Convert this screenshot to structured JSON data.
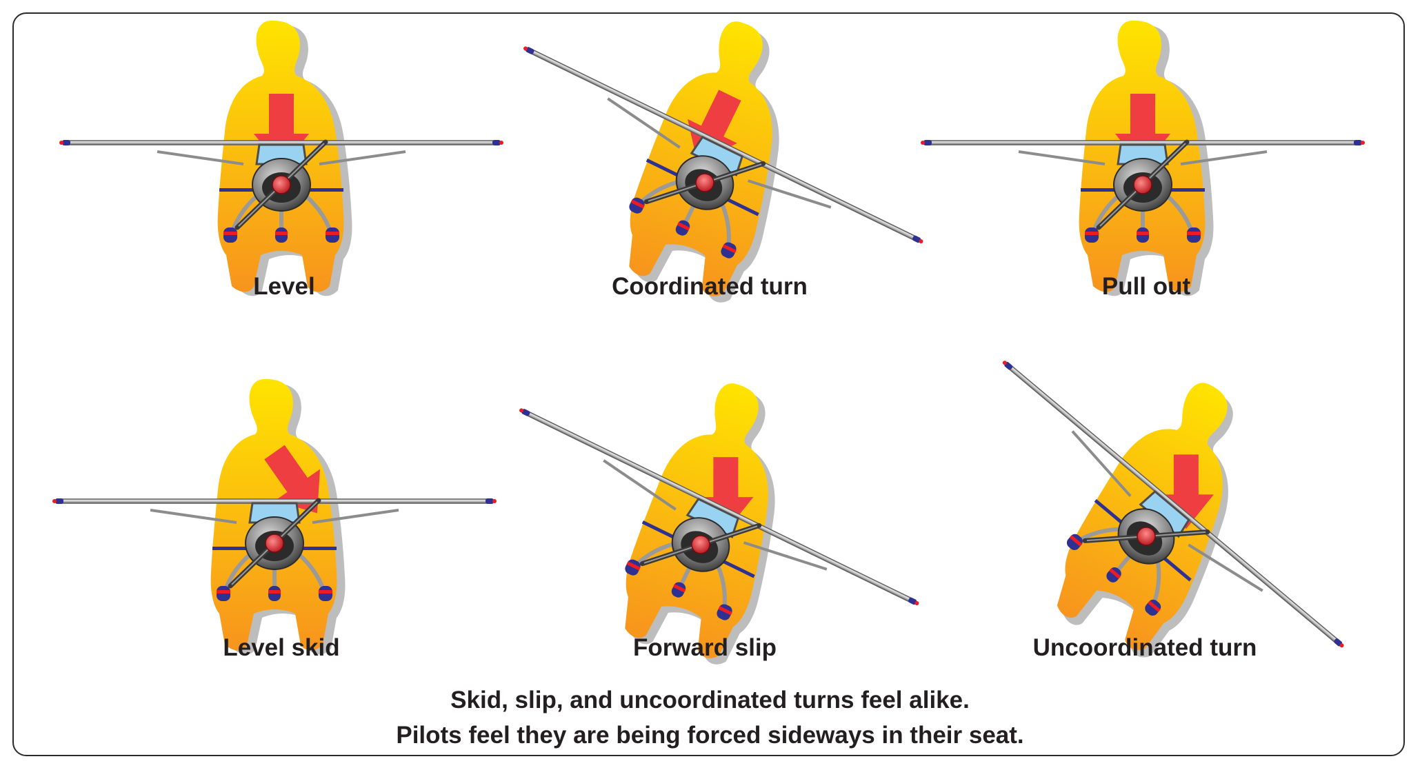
{
  "panels": [
    {
      "id": "level",
      "label": "Level",
      "bank_deg": 0,
      "force_deg": 0,
      "figure_tilt_deg": 0
    },
    {
      "id": "coordinated-turn",
      "label": "Coordinated turn",
      "bank_deg": 26,
      "force_deg": 26,
      "figure_tilt_deg": 16
    },
    {
      "id": "pull-out",
      "label": "Pull out",
      "bank_deg": 0,
      "force_deg": 0,
      "figure_tilt_deg": 0
    },
    {
      "id": "level-skid",
      "label": "Level skid",
      "bank_deg": 0,
      "force_deg": -35,
      "figure_tilt_deg": 0
    },
    {
      "id": "forward-slip",
      "label": "Forward slip",
      "bank_deg": 26,
      "force_deg": 0,
      "figure_tilt_deg": 16
    },
    {
      "id": "uncoordinated-turn",
      "label": "Uncoordinated turn",
      "bank_deg": 40,
      "force_deg": 0,
      "figure_tilt_deg": 26
    }
  ],
  "caption": {
    "line1": "Skid, slip, and uncoordinated turns feel alike.",
    "line2": "Pilots feel they are being forced sideways in their seat."
  },
  "colors": {
    "figure_top": "#ffe400",
    "figure_bottom": "#f7941d",
    "figure_shadow": "#bdbdbd",
    "force_arrow": "#ef3e42",
    "aircraft_metal": "#c8c8c8",
    "cowl_dark": "#2b2b2b",
    "spinner": "#ed1c24",
    "windshield": "#9ad3f2",
    "wheel_blue": "#2e3192",
    "wingtip_red": "#ed1c24",
    "frame": "#2a2a2a",
    "text": "#231f20"
  }
}
